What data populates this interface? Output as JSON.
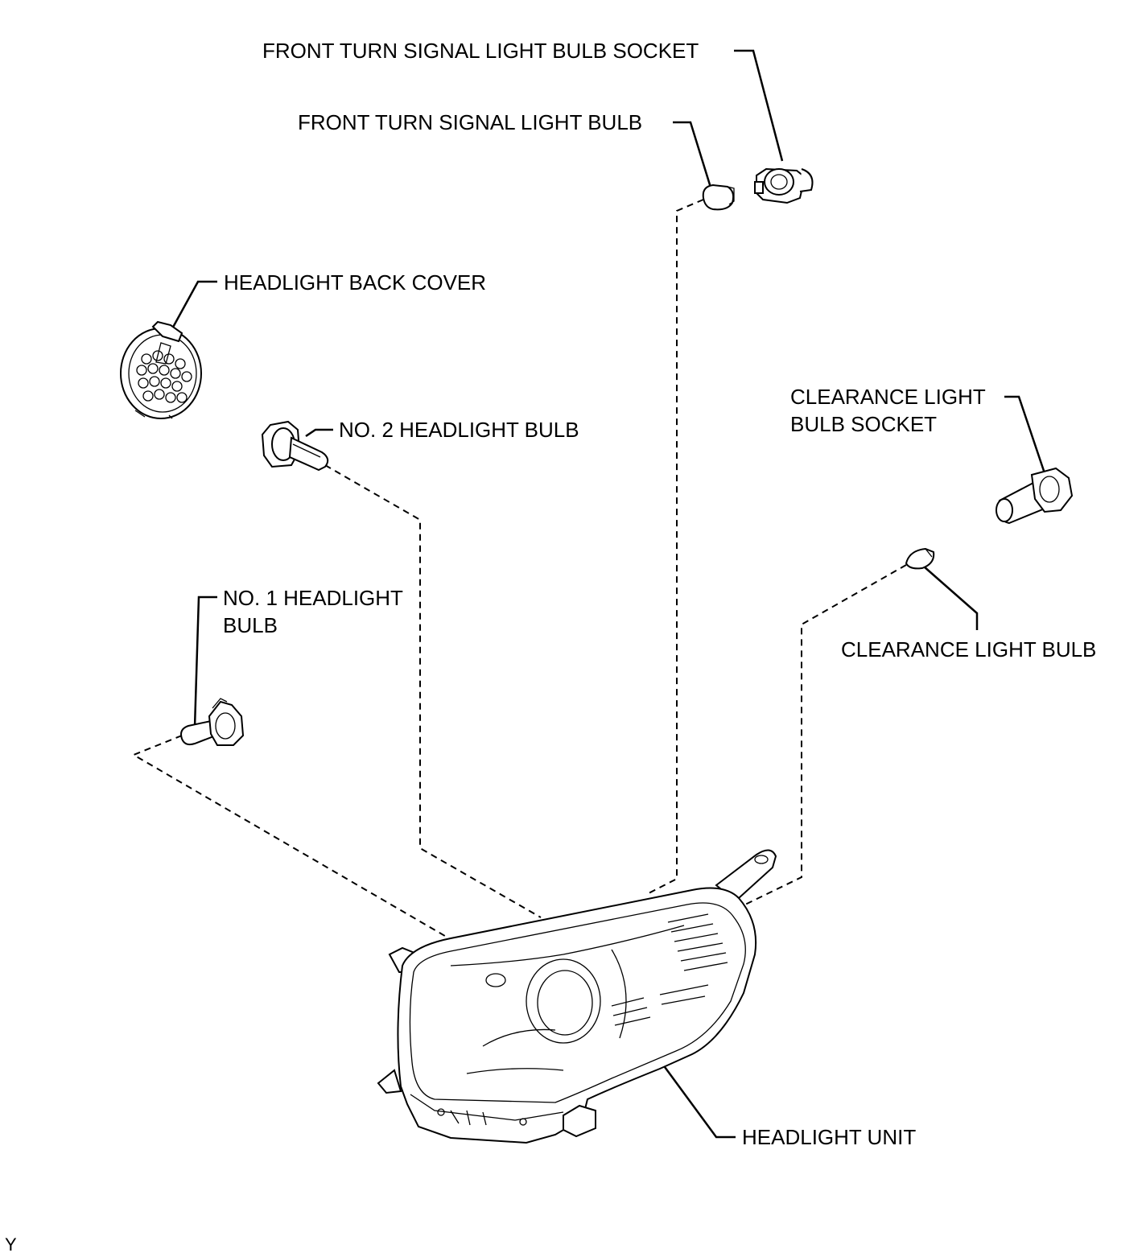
{
  "labels": {
    "front_turn_signal_socket": "FRONT TURN SIGNAL LIGHT BULB SOCKET",
    "front_turn_signal_bulb": "FRONT TURN SIGNAL LIGHT BULB",
    "headlight_back_cover": "HEADLIGHT BACK COVER",
    "no2_headlight_bulb": "NO. 2 HEADLIGHT BULB",
    "clearance_socket_line1": "CLEARANCE LIGHT",
    "clearance_socket_line2": "BULB SOCKET",
    "no1_headlight_line1": "NO. 1 HEADLIGHT",
    "no1_headlight_line2": "BULB",
    "clearance_bulb": "CLEARANCE LIGHT BULB",
    "headlight_unit": "HEADLIGHT UNIT"
  },
  "figure_code": "Y"
}
